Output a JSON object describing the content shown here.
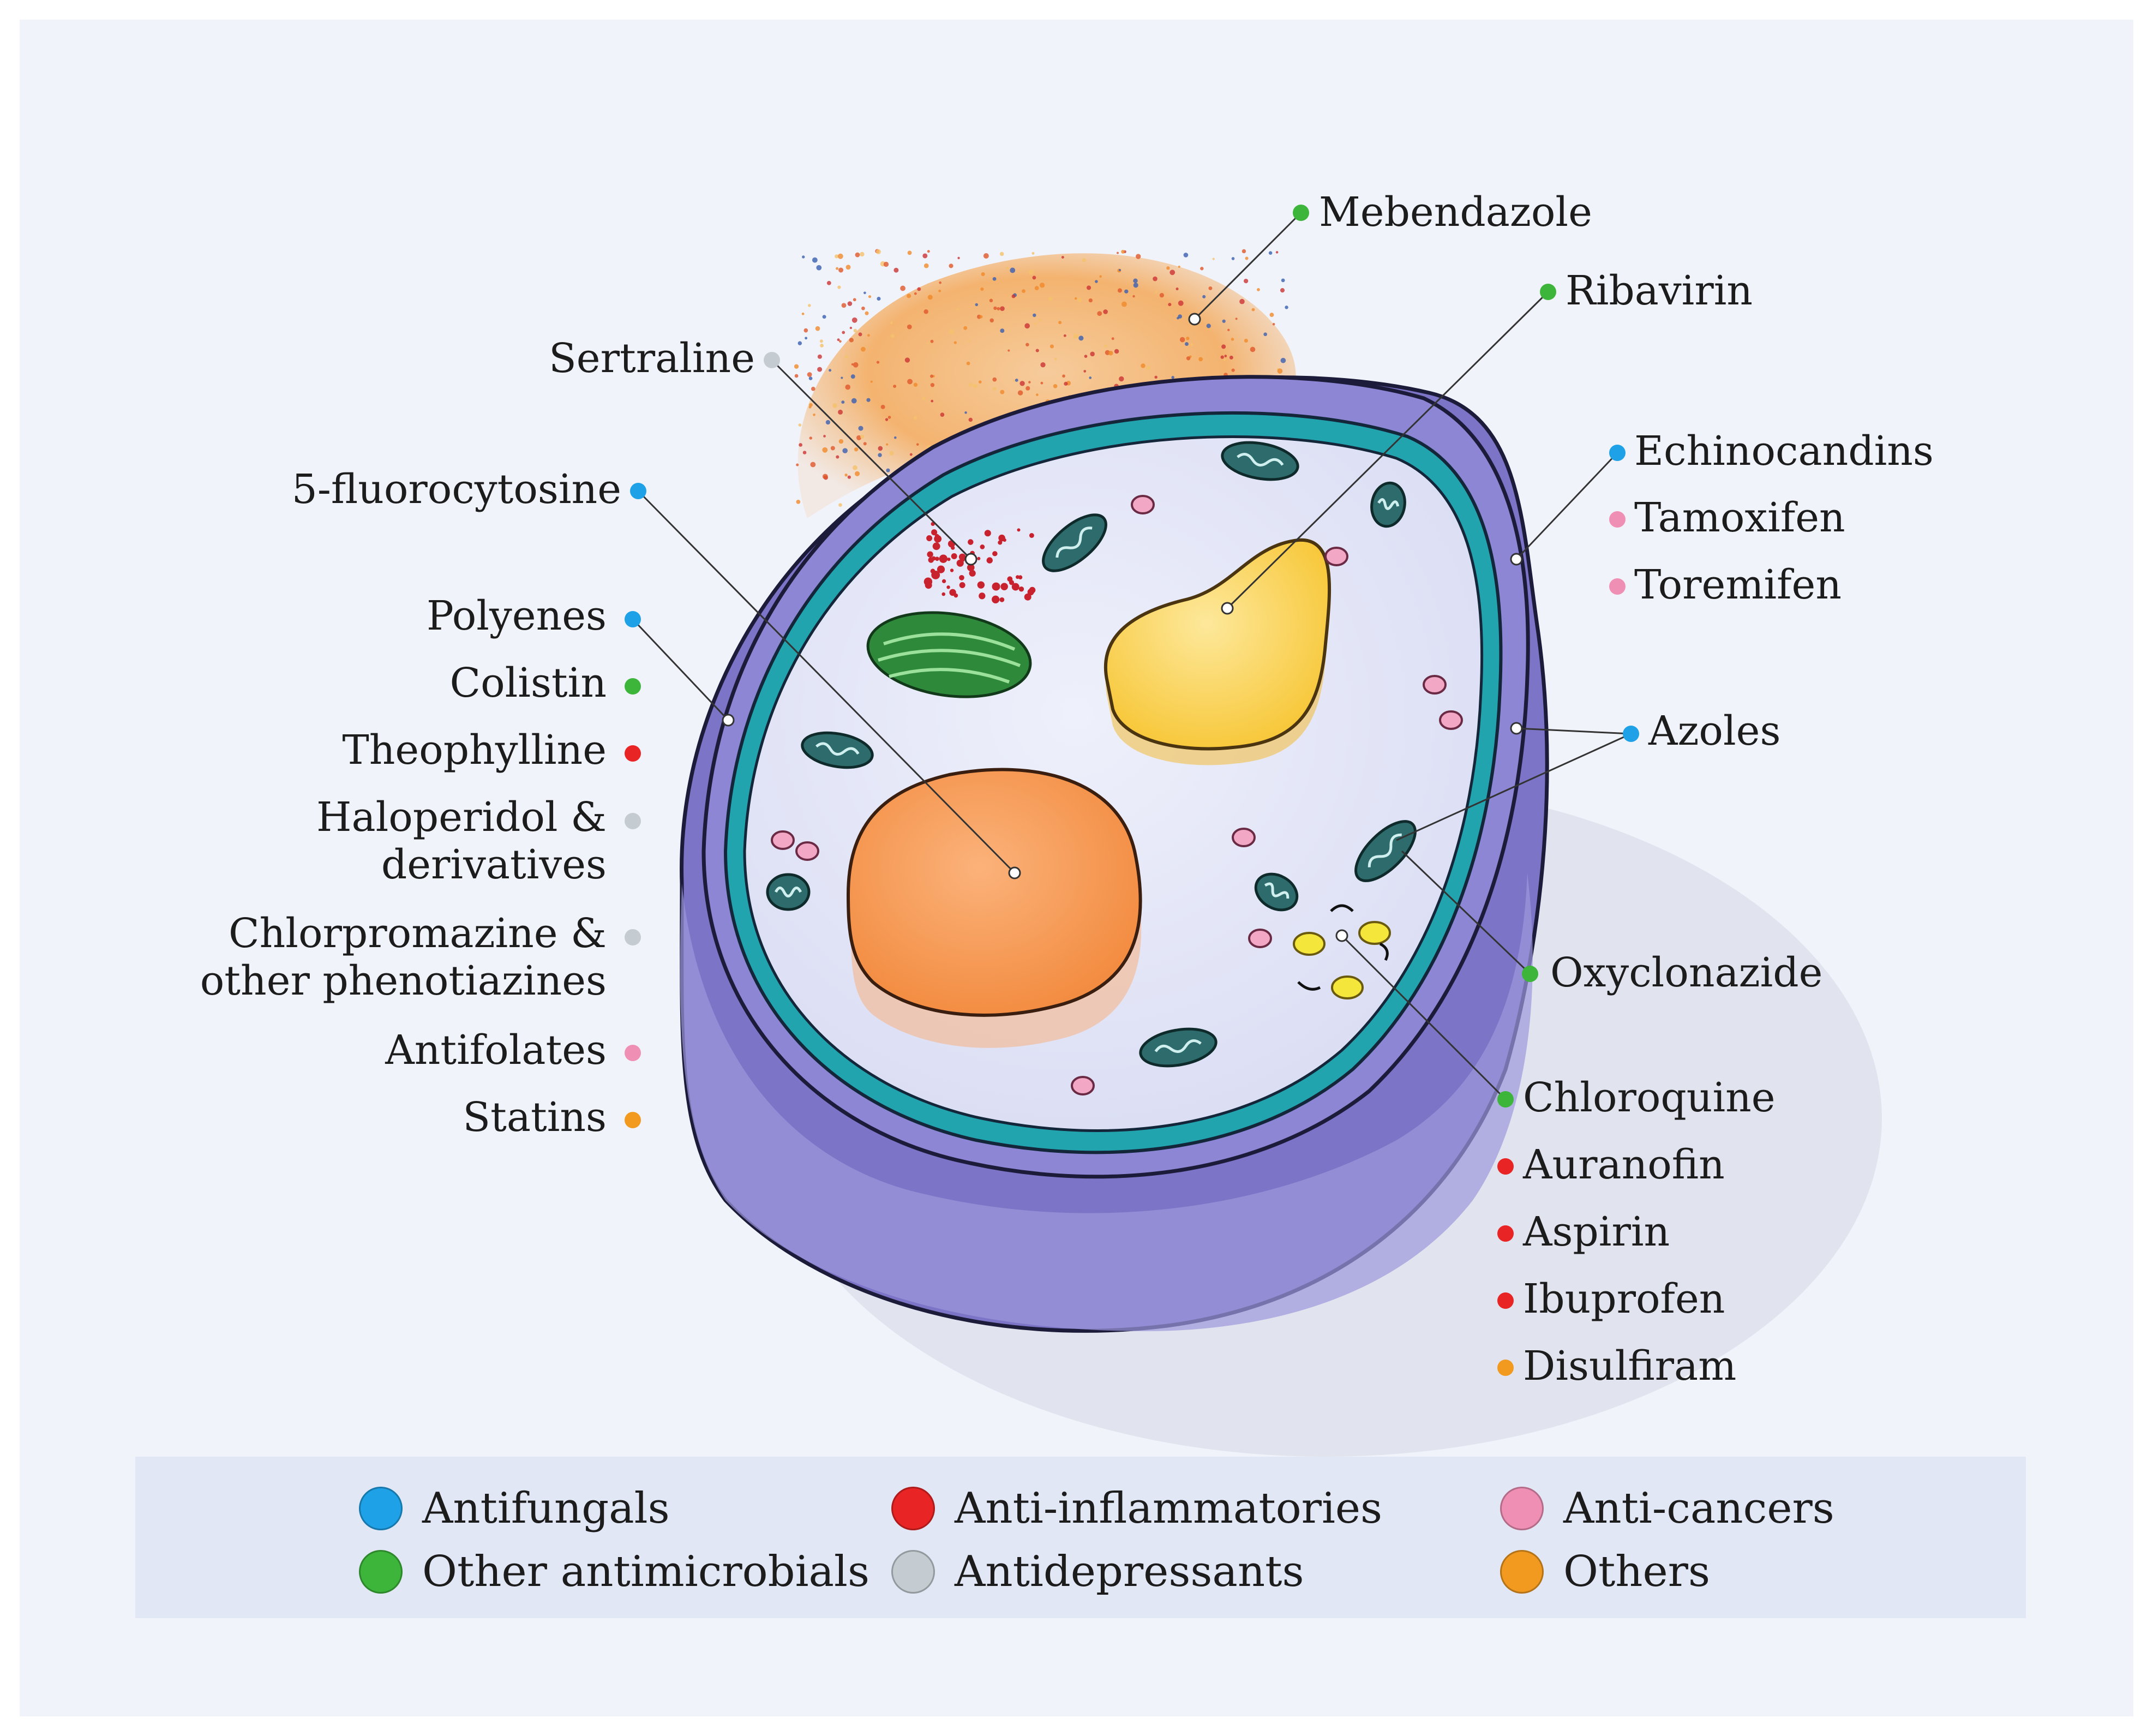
{
  "colors": {
    "antifungal": "#1ea1e6",
    "antimicrobial": "#3db53a",
    "antiinflammatory": "#e82424",
    "anticancer": "#f08fb4",
    "antidepressant": "#c5ccd1",
    "other": "#f29a1f"
  },
  "labels": {
    "mebendazole": "Mebendazole",
    "ribavirin": "Ribavirin",
    "sertraline": "Sertraline",
    "fluorocytosine": "5-fluorocytosine",
    "echinocandins": "Echinocandins",
    "tamoxifen": "Tamoxifen",
    "toremifen": "Toremifen",
    "polyenes": "Polyenes",
    "colistin": "Colistin",
    "theophylline": "Theophylline",
    "haloperidol_1": "Haloperidol &",
    "haloperidol_2": "derivatives",
    "azoles": "Azoles",
    "chlorpromazine_1": "Chlorpromazine &",
    "chlorpromazine_2": "other phenotiazines",
    "oxyclonazide": "Oxyclonazide",
    "antifolates": "Antifolates",
    "statins": "Statins",
    "chloroquine": "Chloroquine",
    "auranofin": "Auranofin",
    "aspirin": "Aspirin",
    "ibuprofen": "Ibuprofen",
    "disulfiram": "Disulfiram"
  },
  "legend": [
    {
      "label": "Antifungals",
      "color": "#1ea1e6"
    },
    {
      "label": "Anti-inflammatories",
      "color": "#e82424"
    },
    {
      "label": "Anti-cancers",
      "color": "#f08fb4"
    },
    {
      "label": "Other antimicrobials",
      "color": "#3db53a"
    },
    {
      "label": "Antidepressants",
      "color": "#c5ccd1"
    },
    {
      "label": "Others",
      "color": "#f29a1f"
    }
  ]
}
